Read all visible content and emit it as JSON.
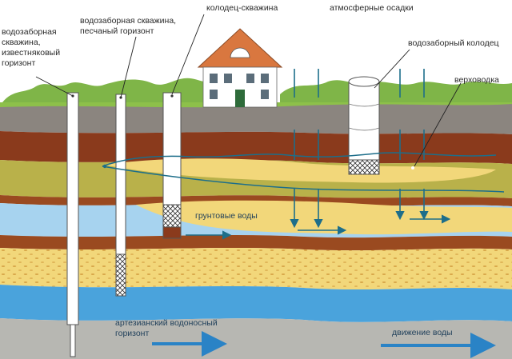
{
  "labels": {
    "limestone_well": "водозаборная\nскважина,\nизвестняковый\nгоризонт",
    "sand_well": "водозаборная скважина,\nпесчаный горизонт",
    "well_borehole": "колодец-скважина",
    "precipitation": "атмосферные осадки",
    "intake_well": "водозаборный колодец",
    "perched_water": "верховодка",
    "groundwater": "грунтовые воды",
    "artesian": "артезианский водоносный\nгоризонт",
    "water_flow": "движение воды"
  },
  "colors": {
    "sky": "#ffffff",
    "grass": "#8dc04a",
    "topsoil": "#8b857f",
    "brown_clay": "#8a3a1c",
    "olive_sand": "#b9b14a",
    "yellow_sand": "#f2d77a",
    "blue_water": "#4aa3dc",
    "light_blue": "#a7d3ef",
    "bedrock_grey": "#b7b7b2",
    "arrow": "#2a83c6",
    "house_roof": "#d9773f",
    "house_wall": "#ffffff"
  }
}
